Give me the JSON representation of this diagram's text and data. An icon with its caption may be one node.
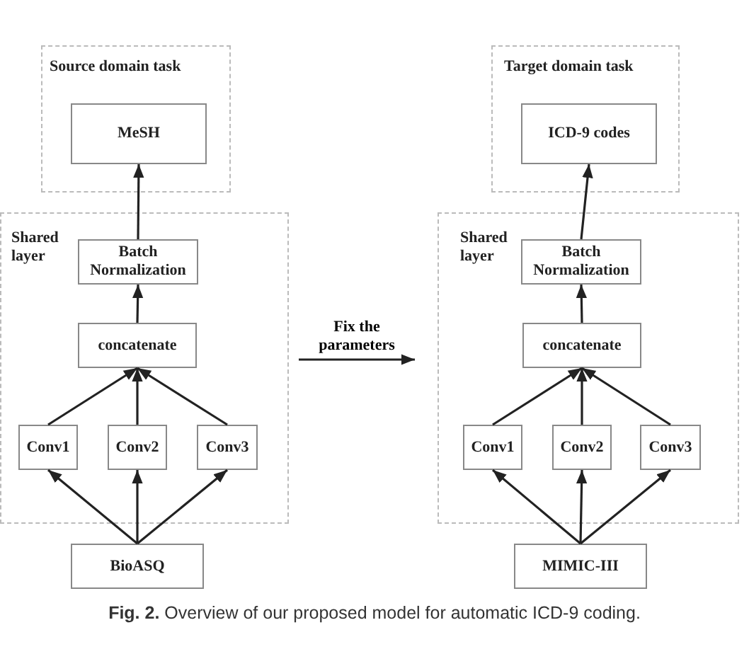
{
  "diagram": {
    "caption": "**Fig. 2.** Overview of our proposed model for automatic ICD-9 coding.",
    "nodes": [
      {
        "text": [
          "Source domain task"
        ]
      },
      {
        "text": [
          "MeSH"
        ],
        "in": 0
      },
      {
        "text": [
          "Shared layer"
        ]
      },
      {
        "text": [
          "Batch Normalization"
        ],
        "in": 2
      },
      {
        "text": [
          "concatenate"
        ],
        "in": 2
      },
      {
        "text": [
          "Conv1"
        ],
        "in": 2
      },
      {
        "text": [
          "Conv2"
        ],
        "in": 2
      },
      {
        "text": [
          "Conv3"
        ],
        "in": 2
      },
      {
        "text": [
          "BioASQ"
        ]
      },
      {
        "text": [
          "Target domain task"
        ]
      },
      {
        "text": [
          "ICD-9 codes"
        ],
        "in": 9
      },
      {
        "text": [
          "Shared layer"
        ]
      },
      {
        "text": [
          "Batch Normalization"
        ],
        "in": 11
      },
      {
        "text": [
          "concatenate"
        ],
        "in": 11
      },
      {
        "text": [
          "Conv1"
        ],
        "in": 11
      },
      {
        "text": [
          "Conv2"
        ],
        "in": 11
      },
      {
        "text": [
          "Conv3"
        ],
        "in": 11
      },
      {
        "text": [
          "MIMIC-III"
        ]
      }
    ],
    "edges": [
      {
        "from": 3,
        "to": 1,
        "arrow": "to"
      },
      {
        "from": 4,
        "to": 3,
        "arrow": "to"
      },
      {
        "from": 5,
        "to": 4,
        "arrow": "to"
      },
      {
        "from": 6,
        "to": 4,
        "arrow": "to"
      },
      {
        "from": 7,
        "to": 4,
        "arrow": "to"
      },
      {
        "from": 8,
        "to": 5,
        "arrow": "to"
      },
      {
        "from": 8,
        "to": 6,
        "arrow": "to"
      },
      {
        "from": 8,
        "to": 7,
        "arrow": "to"
      },
      {
        "from": 12,
        "to": 10,
        "arrow": "to"
      },
      {
        "from": 13,
        "to": 12,
        "arrow": "to"
      },
      {
        "from": 14,
        "to": 13,
        "arrow": "to"
      },
      {
        "from": 15,
        "to": 13,
        "arrow": "to"
      },
      {
        "from": 16,
        "to": 13,
        "arrow": "to"
      },
      {
        "from": 17,
        "to": 14,
        "arrow": "to"
      },
      {
        "from": 17,
        "to": 15,
        "arrow": "to"
      },
      {
        "from": 17,
        "to": 16,
        "arrow": "to"
      },
      {
        "from": 2,
        "to": 11,
        "arrow": "to",
        "label": "Fix the parameters"
      }
    ]
  }
}
